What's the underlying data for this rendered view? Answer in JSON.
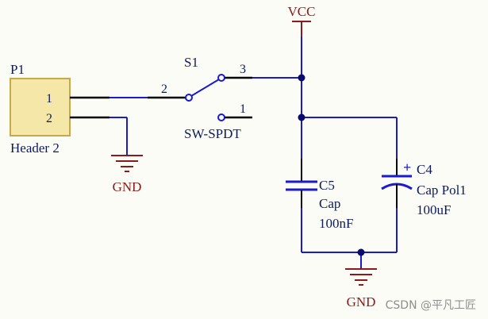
{
  "schematic": {
    "vcc": {
      "label": "VCC"
    },
    "header": {
      "ref": "P1",
      "value": "Header 2",
      "pins": [
        {
          "num": "1"
        },
        {
          "num": "2"
        }
      ]
    },
    "switch": {
      "ref": "S1",
      "value": "SW-SPDT",
      "pins": [
        {
          "num": "2"
        },
        {
          "num": "3"
        },
        {
          "num": "1"
        }
      ]
    },
    "caps": [
      {
        "ref": "C5",
        "type": "Cap",
        "value": "100nF"
      },
      {
        "ref": "C4",
        "type": "Cap Pol1",
        "value": "100uF",
        "polarity": "+"
      }
    ],
    "grounds": [
      {
        "label": "GND"
      },
      {
        "label": "GND"
      }
    ],
    "watermark": "CSDN @平凡工匠",
    "colors": {
      "wire": "#1a1ad0",
      "pin": "#000000",
      "component": "#1a1ad0",
      "ground": "#8b1a1a",
      "junction": "#0b0b6b",
      "header_fill": "#f5e7a8",
      "header_border": "#c9a84b",
      "background": "#fcfcf6",
      "text": "#0d1a5c"
    }
  }
}
